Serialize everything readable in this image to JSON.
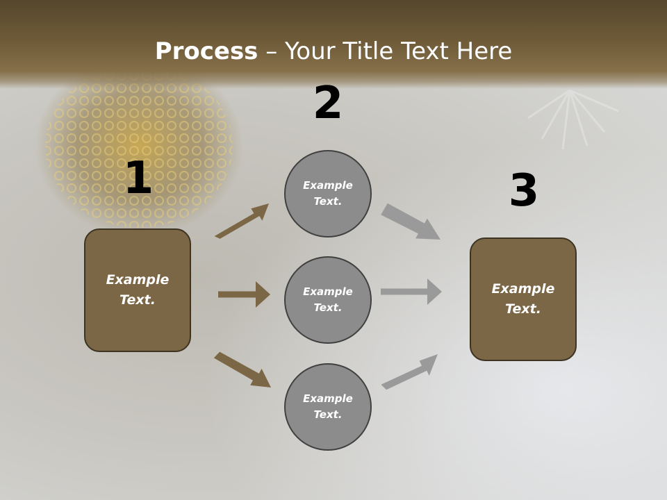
{
  "title": {
    "bold": "Process",
    "rest": " – Your Title Text Here"
  },
  "steps": {
    "one": "1",
    "two": "2",
    "three": "3"
  },
  "left_box": {
    "text": "Example Text."
  },
  "circles": [
    {
      "text": "Example Text."
    },
    {
      "text": "Example Text."
    },
    {
      "text": "Example Text."
    }
  ],
  "right_box": {
    "text": "Example Text."
  },
  "colors": {
    "brown": "#7b6645",
    "brown_border": "#3d3322",
    "gray_circle": "#8c8c8c",
    "circle_border": "#404040",
    "arrow_brown": "#7b6645",
    "arrow_gray": "#9a9a9a"
  }
}
